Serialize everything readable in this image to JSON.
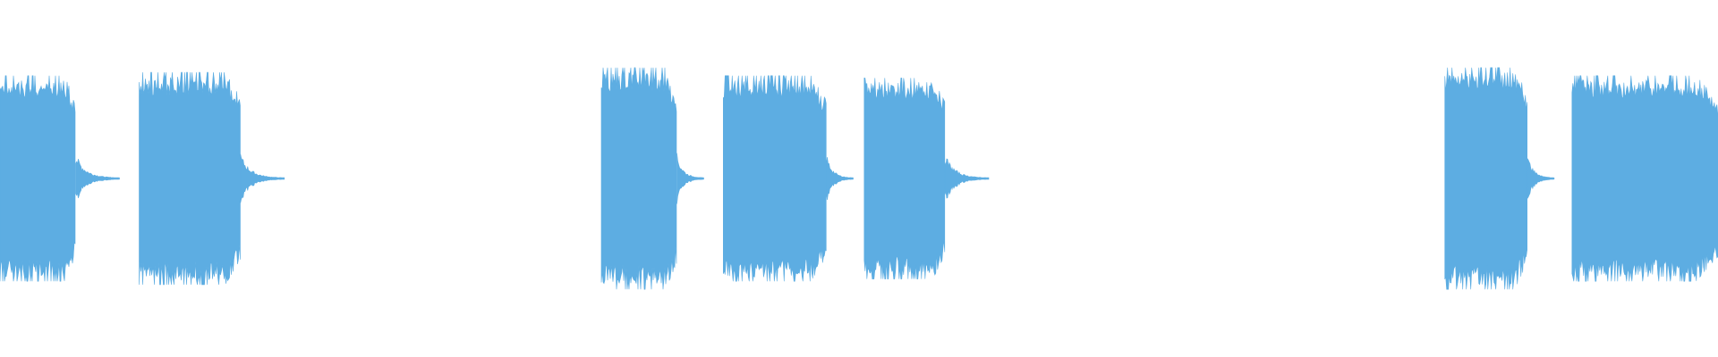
{
  "waveform": {
    "color": "#5DADE2",
    "background": "#FFFFFF",
    "bursts": [
      {
        "start": 0.0,
        "end": 0.044,
        "amplitude": 0.9,
        "tail": 0.026
      },
      {
        "start": 0.081,
        "end": 0.14,
        "amplitude": 0.93,
        "tail": 0.026
      },
      {
        "start": 0.35,
        "end": 0.394,
        "amplitude": 0.97,
        "tail": 0.016
      },
      {
        "start": 0.421,
        "end": 0.481,
        "amplitude": 0.9,
        "tail": 0.016
      },
      {
        "start": 0.503,
        "end": 0.55,
        "amplitude": 0.88,
        "tail": 0.026
      },
      {
        "start": 0.841,
        "end": 0.889,
        "amplitude": 0.97,
        "tail": 0.016
      },
      {
        "start": 0.915,
        "end": 1.0,
        "amplitude": 0.9,
        "tail": 0.0
      }
    ]
  }
}
